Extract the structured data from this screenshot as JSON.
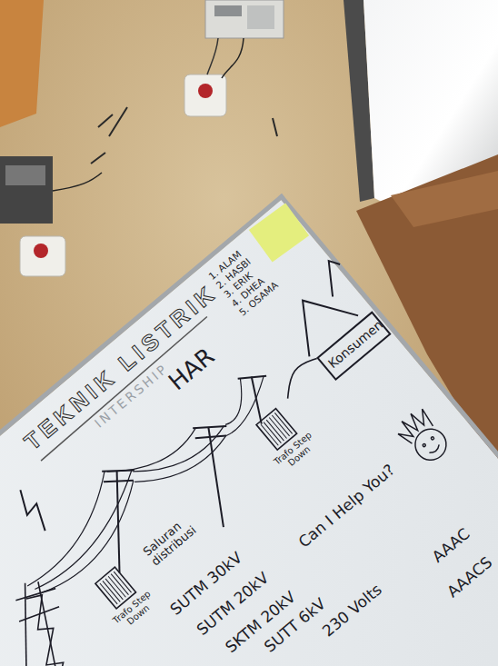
{
  "diagram": {
    "title": "TEKNIK LISTRIK",
    "nodes": [
      {
        "text": [
          "Trafo Step Down"
        ]
      },
      {
        "text": [
          "Trafo Step Down"
        ]
      },
      {
        "text": [
          "Konsumen"
        ]
      }
    ],
    "edges": [
      {
        "from": 1,
        "to": 2,
        "arrow": "none"
      }
    ],
    "labels": [
      "INTERSHIP",
      "HAR",
      "1. ALAM",
      "2. HASBI",
      "3. ERIK",
      "4. DHEA",
      "5. OSAMA",
      "Can I Help You?",
      "Saluran distribusi",
      "SUTM 30kV",
      "SUTM 20kV",
      "SKTM 20kV",
      "SUTT 6kV",
      "230 Volts",
      "AAAC",
      "AAACS"
    ]
  }
}
